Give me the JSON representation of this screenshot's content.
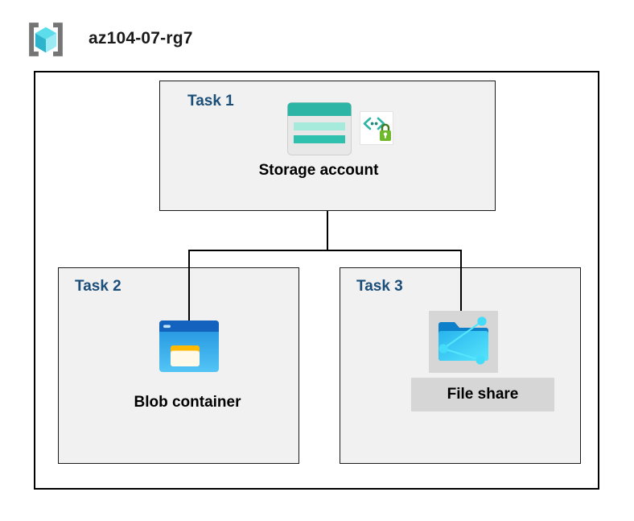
{
  "diagram": {
    "title": "az104-07-rg7",
    "header_icon": "resource-group-icon",
    "tasks": [
      {
        "label": "Task 1",
        "item": "Storage account",
        "icons": [
          "storage-account-icon",
          "sas-icon"
        ]
      },
      {
        "label": "Task 2",
        "item": "Blob container",
        "icons": [
          "blob-container-icon"
        ]
      },
      {
        "label": "Task 3",
        "item": "File share",
        "icons": [
          "file-share-icon"
        ]
      }
    ],
    "connectors": [
      {
        "from": "Storage account",
        "to": "Blob container"
      },
      {
        "from": "Storage account",
        "to": "File share"
      }
    ],
    "colors": {
      "task_label": "#1B4E79",
      "task_box_bg": "#F1F1F1",
      "box_border": "#000000",
      "highlight_bg": "#D6D6D6",
      "storage_teal": "#2CB5A4",
      "blob_blue": "#1E8FDD",
      "file_share_cyan": "#45DCF9",
      "lock_green": "#6FBA2C",
      "cube_cyan": "#5BDDEB"
    }
  }
}
